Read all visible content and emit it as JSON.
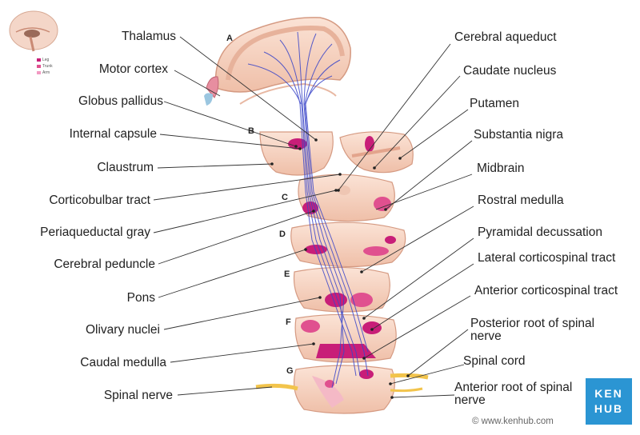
{
  "labels_left": [
    {
      "id": "thalamus",
      "text": "Thalamus"
    },
    {
      "id": "motor-cortex",
      "text": "Motor cortex"
    },
    {
      "id": "globus-pallidus",
      "text": "Globus pallidus"
    },
    {
      "id": "internal-capsule",
      "text": "Internal capsule"
    },
    {
      "id": "claustrum",
      "text": "Claustrum"
    },
    {
      "id": "corticobulbar-tract",
      "text": "Corticobulbar tract"
    },
    {
      "id": "periaqueductal-gray",
      "text": "Periaqueductal gray"
    },
    {
      "id": "cerebral-peduncle",
      "text": "Cerebral peduncle"
    },
    {
      "id": "pons",
      "text": "Pons"
    },
    {
      "id": "olivary-nuclei",
      "text": "Olivary nuclei"
    },
    {
      "id": "caudal-medulla",
      "text": "Caudal medulla"
    },
    {
      "id": "spinal-nerve",
      "text": "Spinal nerve"
    }
  ],
  "labels_right": [
    {
      "id": "cerebral-aqueduct",
      "text": "Cerebral aqueduct"
    },
    {
      "id": "caudate-nucleus",
      "text": "Caudate nucleus"
    },
    {
      "id": "putamen",
      "text": "Putamen"
    },
    {
      "id": "substantia-nigra",
      "text": "Substantia nigra"
    },
    {
      "id": "midbrain",
      "text": "Midbrain"
    },
    {
      "id": "rostral-medulla",
      "text": "Rostral medulla"
    },
    {
      "id": "pyramidal-decussation",
      "text": "Pyramidal decussation"
    },
    {
      "id": "lateral-corticospinal-tract",
      "text": "Lateral corticospinal tract"
    },
    {
      "id": "anterior-corticospinal-tract",
      "text": "Anterior corticospinal tract"
    },
    {
      "id": "posterior-root",
      "text": "Posterior root of spinal nerve"
    },
    {
      "id": "spinal-cord",
      "text": "Spinal cord"
    },
    {
      "id": "anterior-root",
      "text": "Anterior root of spinal nerve"
    }
  ],
  "section_letters": [
    "A",
    "B",
    "C",
    "D",
    "E",
    "F",
    "G"
  ],
  "legend": [
    "Leg",
    "Trunk",
    "Arm"
  ],
  "logo": {
    "line1": "KEN",
    "line2": "HUB"
  },
  "copyright": "© www.kenhub.com",
  "colors": {
    "tissue": "#f6d2c0",
    "tissue_dark": "#e8a98e",
    "tract_blue": "#3b46c8",
    "magenta": "#c81e78",
    "pink": "#f06aa8",
    "nerve_yellow": "#f2c44c",
    "logo_blue": "#2b95d3"
  }
}
